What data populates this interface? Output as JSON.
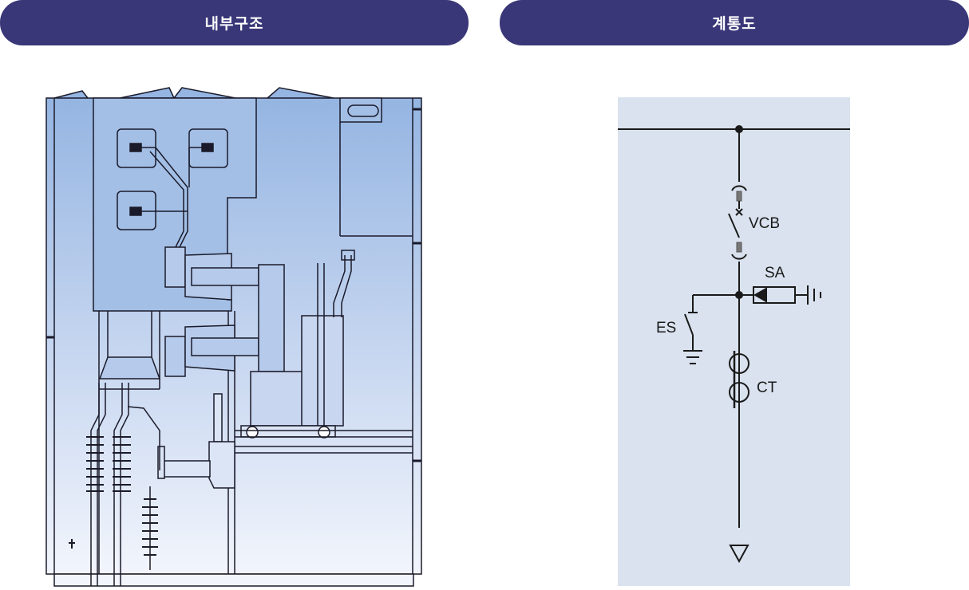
{
  "headers": {
    "left_title": "내부구조",
    "right_title": "계통도"
  },
  "single_line_diagram": {
    "labels": {
      "breaker": "VCB",
      "surge_arrester": "SA",
      "earthing_switch": "ES",
      "current_transformer": "CT"
    }
  },
  "colors": {
    "header_bg": "#393778",
    "cabinet_top": "#95b5e2",
    "cabinet_bottom": "#f2f5fc",
    "diagram_bg": "#d9e2ee"
  },
  "icons": {
    "earth_symbol": "ground-icon",
    "feeder_end": "arrow-down-icon"
  }
}
